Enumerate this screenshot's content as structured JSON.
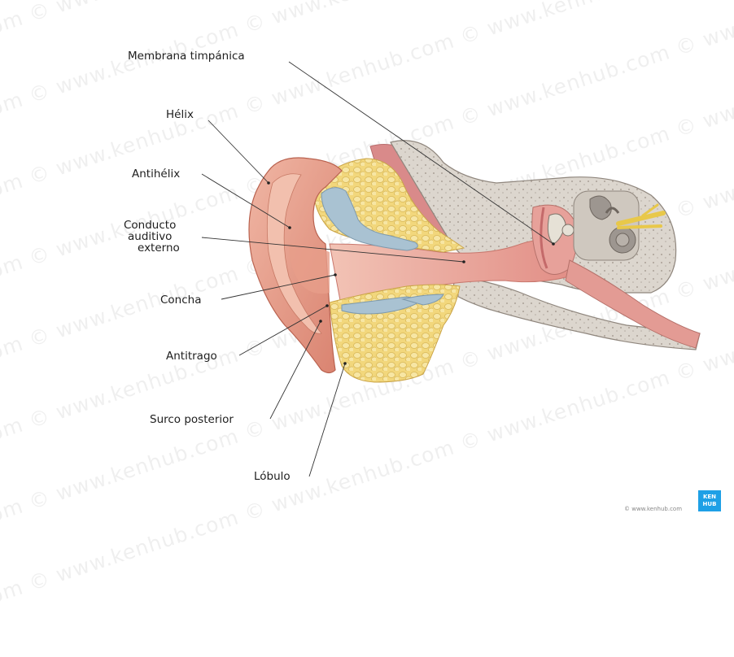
{
  "labels": {
    "membrana": "Membrana timpánica",
    "helix": "Hélix",
    "antihelix": "Antihélix",
    "conducto_1": "Conducto",
    "conducto_2": "auditivo",
    "conducto_3": "externo",
    "concha": "Concha",
    "antitrago": "Antitrago",
    "surco": "Surco posterior",
    "lobulo": "Lóbulo"
  },
  "watermark": "www.kenhub.com ©",
  "credit": "© www.kenhub.com",
  "logo": {
    "line1": "KEN",
    "line2": "HUB"
  },
  "colors": {
    "skin": "#e9a693",
    "skin_light": "#f5cdbf",
    "fat": "#f2d77c",
    "cartilage": "#a9c2d2",
    "bone": "#d9d4cd",
    "canal": "#eab1a3",
    "logo": "#1ea0e6"
  }
}
